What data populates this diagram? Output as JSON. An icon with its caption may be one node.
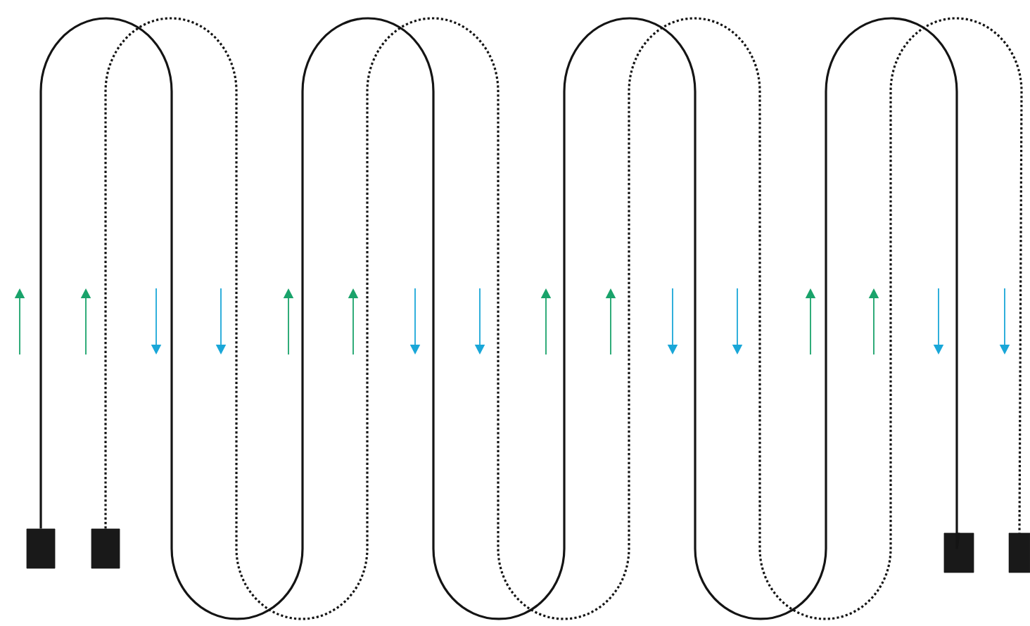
{
  "diagram": {
    "nodes": [
      {
        "text": [],
        "shape": "box"
      },
      {
        "text": [],
        "shape": "box"
      },
      {
        "text": [],
        "shape": "box"
      },
      {
        "text": [],
        "shape": "box"
      }
    ],
    "edges": [
      {
        "from": 0,
        "to": 2,
        "arrow": "none"
      },
      {
        "from": 1,
        "to": 3,
        "arrow": "none",
        "style": "dashed"
      }
    ]
  }
}
